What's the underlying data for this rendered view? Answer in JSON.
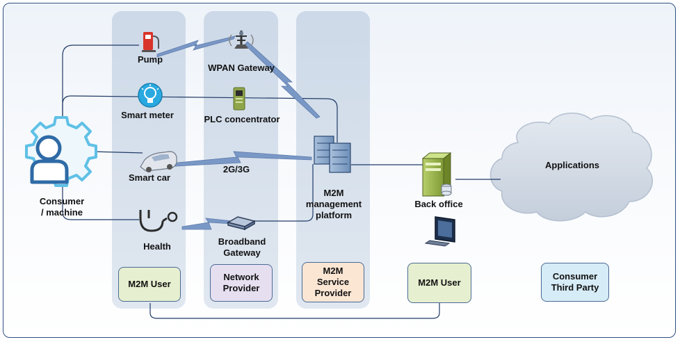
{
  "diagram": {
    "consumer_label": [
      "Consumer",
      "/ machine"
    ],
    "devices": {
      "pump": "Pump",
      "smart_meter": "Smart meter",
      "smart_car": "Smart car",
      "health": "Health"
    },
    "gateways": {
      "wpan": "WPAN Gateway",
      "plc": "PLC concentrator",
      "cellular": "2G/3G",
      "broadband": [
        "Broadband",
        "Gateway"
      ]
    },
    "platform": [
      "M2M",
      "management",
      "platform"
    ],
    "back_office": "Back office",
    "applications": "Applications",
    "roles": {
      "m2m_user_left": "M2M User",
      "network_provider": [
        "Network",
        "Provider"
      ],
      "service_provider": [
        "M2M",
        "Service",
        "Provider"
      ],
      "m2m_user_right": "M2M User",
      "consumer_third_party": [
        "Consumer",
        "Third Party"
      ]
    }
  },
  "colors": {
    "frame_border": "#2f4f80",
    "column_fill": "#d2dcea",
    "m2m_user_box": "#e6efcf",
    "network_provider_box": "#e6dff0",
    "service_provider_box": "#fbe6d4",
    "third_party_box": "#d6ecf6",
    "gear": "#5fc0e6",
    "person": "#2e6aa6",
    "cloud": "#d3dbe6",
    "zigzag": "#6f8fbf",
    "wire": "#1f3a66"
  },
  "icons": {
    "consumer": "gear-person-icon",
    "pump": "fuel-pump-icon",
    "smart_meter": "lightbulb-icon",
    "smart_car": "car-icon",
    "health": "stethoscope-icon",
    "wpan": "antenna-icon",
    "plc": "concentrator-icon",
    "broadband": "router-icon",
    "platform": "server-rack-icon",
    "back_office": "server-tower-icon",
    "monitor": "monitor-icon",
    "applications": "cloud-icon"
  }
}
